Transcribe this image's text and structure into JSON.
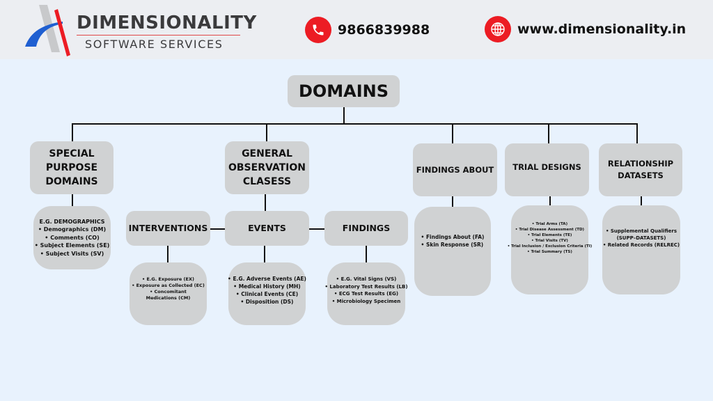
{
  "header": {
    "brand_name": "DIMENSIONALITY",
    "brand_subtitle": "SOFTWARE SERVICES",
    "phone": "9866839988",
    "website": "www.dimensionality.in",
    "icons": {
      "phone": "phone-icon",
      "website": "globe-icon"
    },
    "colors": {
      "accent_red": "#ec1c24",
      "logo_blue": "#1f5fd1",
      "header_bg": "#eceef2"
    }
  },
  "diagram": {
    "root": {
      "label": "DOMAINS"
    },
    "categories": [
      {
        "id": "special-purpose",
        "label": "SPECIAL PURPOSE DOMAINS",
        "lines": [
          "SPECIAL",
          "PURPOSE",
          "DOMAINS"
        ],
        "detail": {
          "title": "E.G. DEMOGRAPHICS",
          "items": [
            "Demographics (DM)",
            "Comments (CO)",
            "Subject Elements (SE)",
            "Subject Visits (SV)"
          ]
        }
      },
      {
        "id": "general-observation",
        "label": "GENERAL OBSERVATION CLASESS",
        "lines": [
          "GENERAL",
          "OBSERVATION",
          "CLASESS"
        ],
        "subclasses": [
          {
            "label": "INTERVENTIONS",
            "items": [
              "E.G. Exposure (EX)",
              "Exposure as Collected (EC)",
              "Concomitant Medications (CM)"
            ]
          },
          {
            "label": "EVENTS",
            "items": [
              "E.G. Adverse Events (AE)",
              "Medical History (MH)",
              "Clinical Events (CE)",
              "Disposition (DS)"
            ]
          },
          {
            "label": "FINDINGS",
            "items": [
              "E.G. Vital Signs (VS)",
              "Laboratory Test Results (LB)",
              "ECG Test Results (EG)",
              "Microbiology Specimen"
            ]
          }
        ]
      },
      {
        "id": "findings-about",
        "label": "FINDINGS ABOUT",
        "detail": {
          "items": [
            "Findings About (FA)",
            "Skin Response (SR)"
          ]
        }
      },
      {
        "id": "trial-designs",
        "label": "TRIAL DESIGNS",
        "detail": {
          "items": [
            "Trial Arms (TA)",
            "Trial Disease Assessment (TD)",
            "Trial Elements (TE)",
            "Trial Visits (TV)",
            "Trial Inclusion / Exclusion Criteria (TI)",
            "Trial Summary (TS)"
          ]
        }
      },
      {
        "id": "relationship-datasets",
        "label": "RELATIONSHIP DATASETS",
        "lines": [
          "RELATIONSHIP",
          "DATASETS"
        ],
        "detail": {
          "items": [
            "Supplemental Qualifiers",
            "(SUPP–DATASETS)",
            "Related Records (RELREC)"
          ]
        }
      }
    ]
  },
  "bullet": "•"
}
